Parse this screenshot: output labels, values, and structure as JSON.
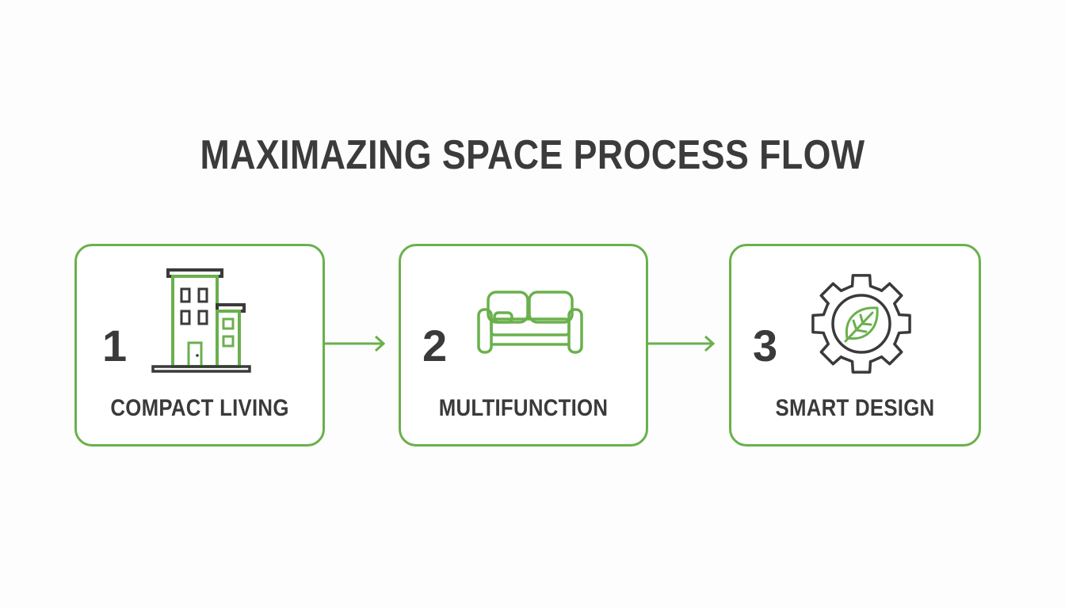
{
  "title": "MAXIMAZING SPACE PROCESS FLOW",
  "colors": {
    "accent": "#6ab04c",
    "text": "#3a3a3a",
    "background": "#fdfdfd"
  },
  "steps": [
    {
      "number": "1",
      "label": "COMPACT LIVING",
      "icon": "building-icon"
    },
    {
      "number": "2",
      "label": "MULTIFUNCTION",
      "icon": "sofa-icon"
    },
    {
      "number": "3",
      "label": "SMART DESIGN",
      "icon": "gear-leaf-icon"
    }
  ]
}
